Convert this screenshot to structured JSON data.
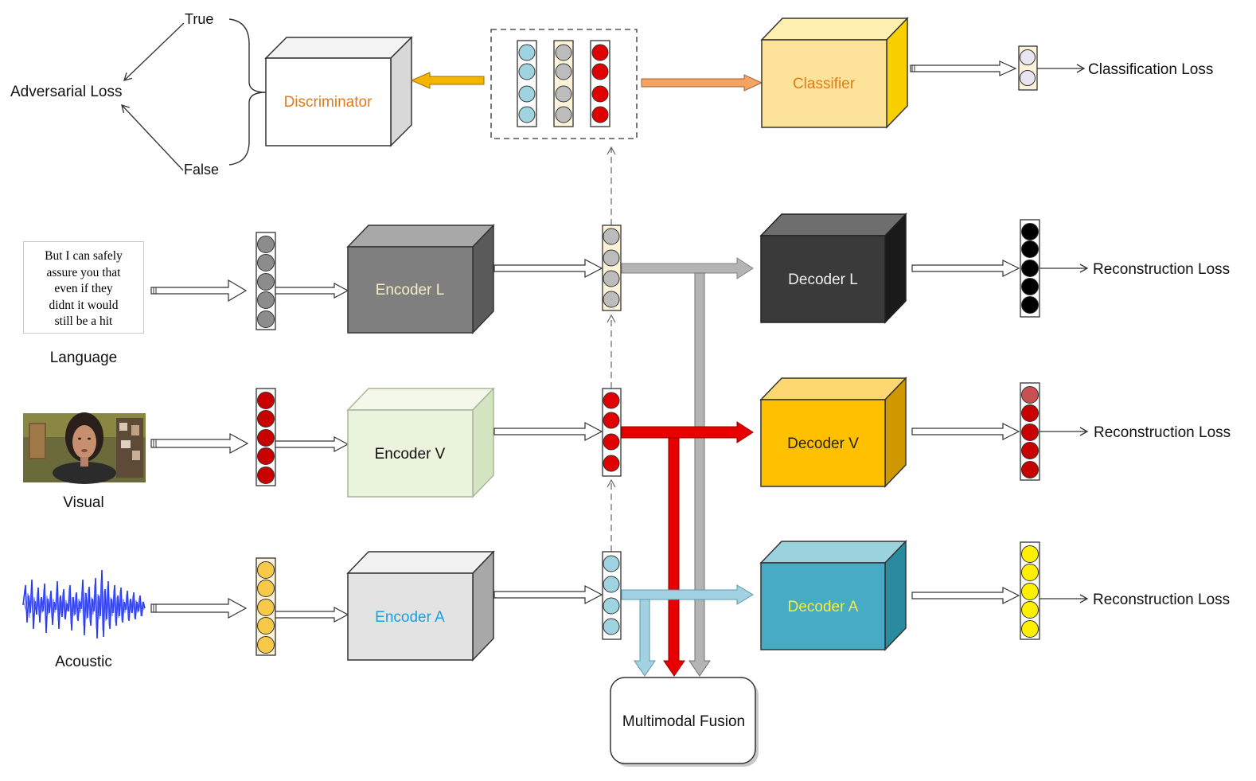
{
  "adversarial": {
    "loss_label": "Adversarial Loss",
    "true_label": "True",
    "false_label": "False"
  },
  "modules": {
    "discriminator": "Discriminator",
    "classifier": "Classifier",
    "encoder_l": "Encoder L",
    "encoder_v": "Encoder V",
    "encoder_a": "Encoder A",
    "decoder_l": "Decoder L",
    "decoder_v": "Decoder V",
    "decoder_a": "Decoder A",
    "fusion": "Multimodal Fusion"
  },
  "losses": {
    "classification": "Classification Loss",
    "reconstruction_l": "Reconstruction Loss",
    "reconstruction_v": "Reconstruction Loss",
    "reconstruction_a": "Reconstruction Loss"
  },
  "inputs": {
    "language_label": "Language",
    "visual_label": "Visual",
    "acoustic_label": "Acoustic",
    "language_text": [
      "But I can safely",
      "assure you that",
      "even if they",
      "didnt it would",
      "still be a hit"
    ]
  },
  "colors": {
    "grey_node": "#8c8c8c",
    "red_node": "#e00000",
    "yellow_node": "#f7c948",
    "blue_node": "#9fd3e0",
    "discriminator_text": "#e07c1a",
    "classifier_text": "#e07c1a",
    "encoder_a_text": "#1aa0e0",
    "decoder_a_text": "#f0f040"
  }
}
